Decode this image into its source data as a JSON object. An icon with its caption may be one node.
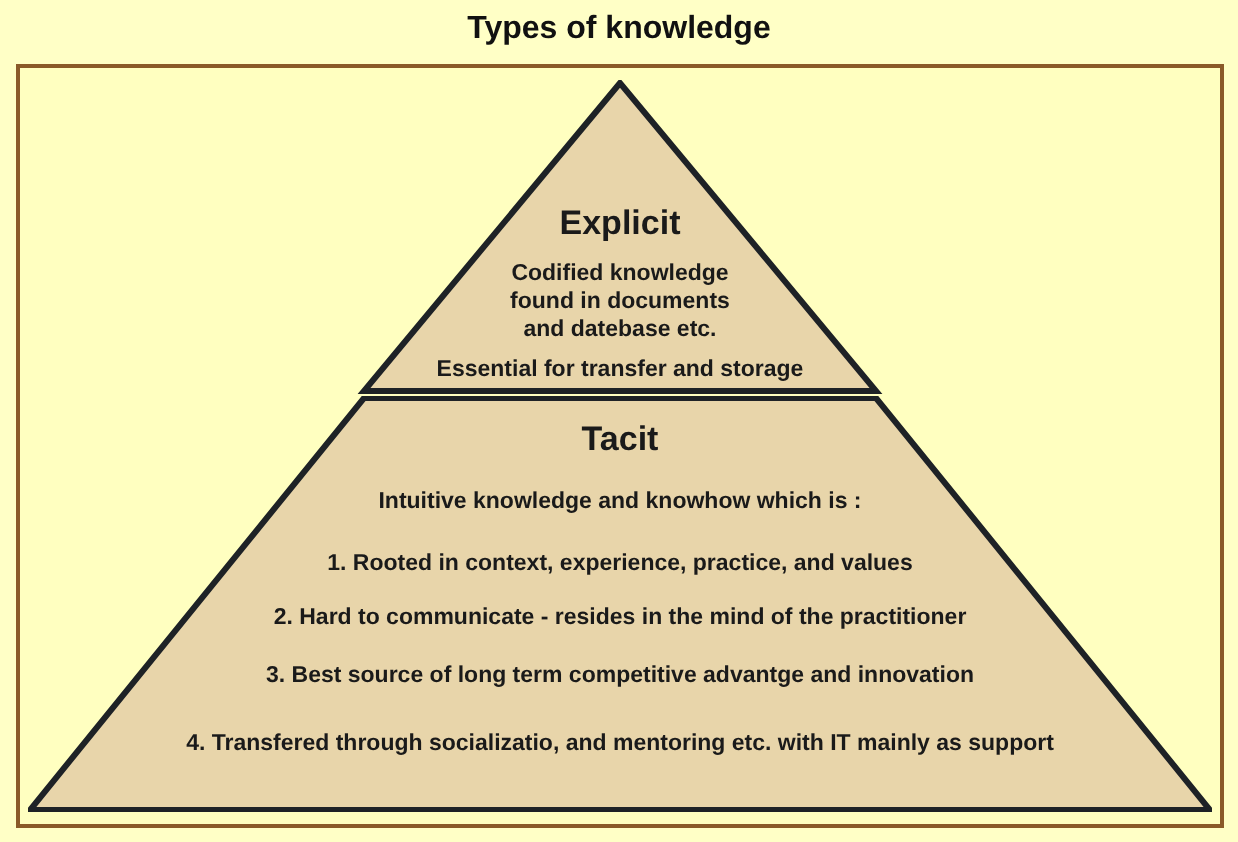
{
  "diagram": {
    "title": "Types of knowledge",
    "nodes": [
      {
        "text": [
          "Explicit",
          "Codified knowledge found in documents and datebase etc.",
          "Essential for transfer and storage"
        ]
      },
      {
        "text": [
          "Tacit",
          "Intuitive knowledge and knowhow which is :",
          "1. Rooted in context, experience, practice, and values",
          "2. Hard to communicate - resides in the mind of the practitioner",
          "3. Best source of long term competitive advantge and innovation",
          "4. Transfered through socializatio, and mentoring etc. with IT mainly as support"
        ]
      }
    ]
  }
}
